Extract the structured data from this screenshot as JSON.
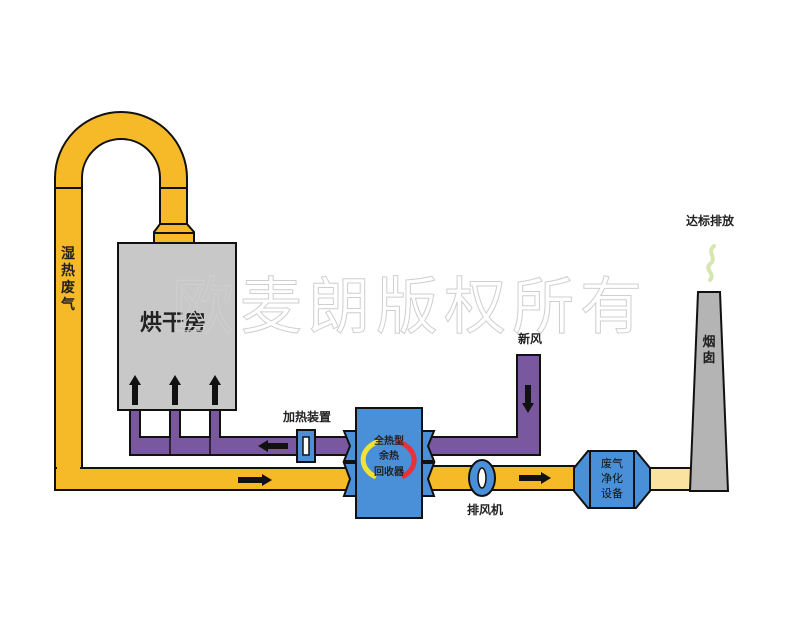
{
  "diagram": {
    "title": "烘干房废气余热回收处理流程",
    "watermark": "欧麦朗版权所有",
    "colors": {
      "exhaust_duct": "#f6b928",
      "fresh_air_duct": "#7a58a0",
      "equipment": "#4a90d9",
      "drying_room": "#c8c8c8",
      "chimney": "#b4b4b4",
      "clean_duct": "#fae3a0",
      "smoke": "#d6e6b0",
      "outline": "#111111",
      "recovery_arc_warm": "#e8313a",
      "recovery_arc_cool": "#f2e234"
    },
    "nodes": {
      "drying_room": {
        "label": "烘干房"
      },
      "wet_hot_exhaust": {
        "label": "湿热废气"
      },
      "heater": {
        "label": "加热装置"
      },
      "heat_recovery": {
        "line1": "全热型",
        "line2": "余热",
        "line3": "回收器"
      },
      "fresh_air": {
        "label": "新风"
      },
      "exhaust_fan": {
        "label": "排风机"
      },
      "purifier": {
        "line1": "废气",
        "line2": "净化",
        "line3": "设备"
      },
      "chimney": {
        "label": "烟囱"
      },
      "discharge": {
        "label": "达标排放"
      }
    },
    "flow_arrows": [
      {
        "id": "drying-room-inlet-1",
        "direction": "up"
      },
      {
        "id": "drying-room-inlet-2",
        "direction": "up"
      },
      {
        "id": "drying-room-inlet-3",
        "direction": "up"
      },
      {
        "id": "heated-air",
        "direction": "left"
      },
      {
        "id": "exhaust-return",
        "direction": "right"
      },
      {
        "id": "fresh-air-in",
        "direction": "down"
      },
      {
        "id": "exhaust-to-purifier",
        "direction": "right"
      }
    ]
  }
}
